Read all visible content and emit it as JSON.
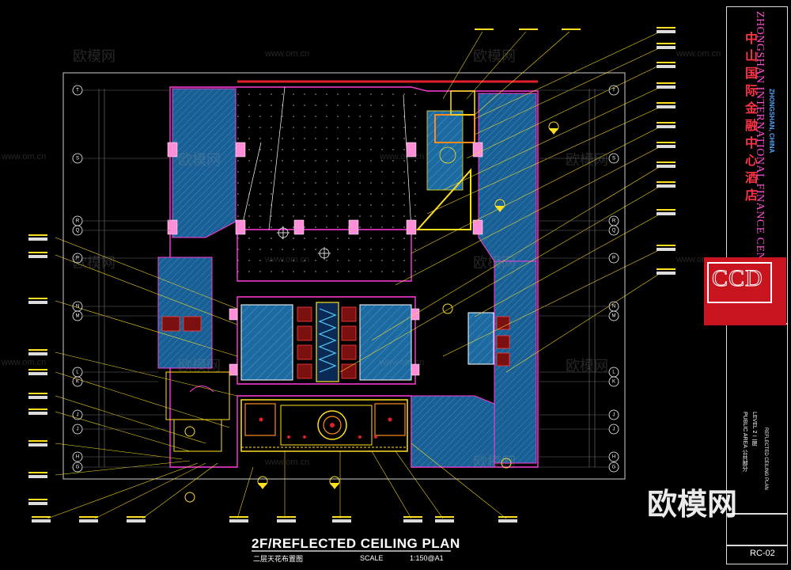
{
  "plan": {
    "title": "2F/REFLECTED CEILING PLAN",
    "subtitle": "二层天花布置图",
    "scale_label": "SCALE",
    "scale_value": "1:150@A1"
  },
  "grid": {
    "rows": [
      "T",
      "S",
      "R",
      "Q",
      "P",
      "N",
      "M",
      "L",
      "K",
      "J",
      "J",
      "H",
      "G"
    ]
  },
  "title_block": {
    "hotel_name_cn": "中山国际金融中心酒店",
    "hotel_name_en": "ZHONGSHAN INTERNATIONAL FINANCE CENTRE HOTEL",
    "city": "ZHONGSHAN, CHINA",
    "firm_logo": "CCD",
    "area_label": "PUBLIC AREA  公共部分",
    "level_label": "LEVEL 2  二层",
    "drawing_name": "REFLECTED CEILING PLAN",
    "sheet_number": "RC-02"
  },
  "watermarks": {
    "brand": "欧模网",
    "site": "www.om.cn"
  },
  "colors": {
    "background": "#000000",
    "hatch_blue": "#1f6fa8",
    "wall_magenta": "#ff3cdc",
    "yellow": "#ffe020",
    "red": "#e0202a",
    "orange": "#ff8c1a"
  }
}
